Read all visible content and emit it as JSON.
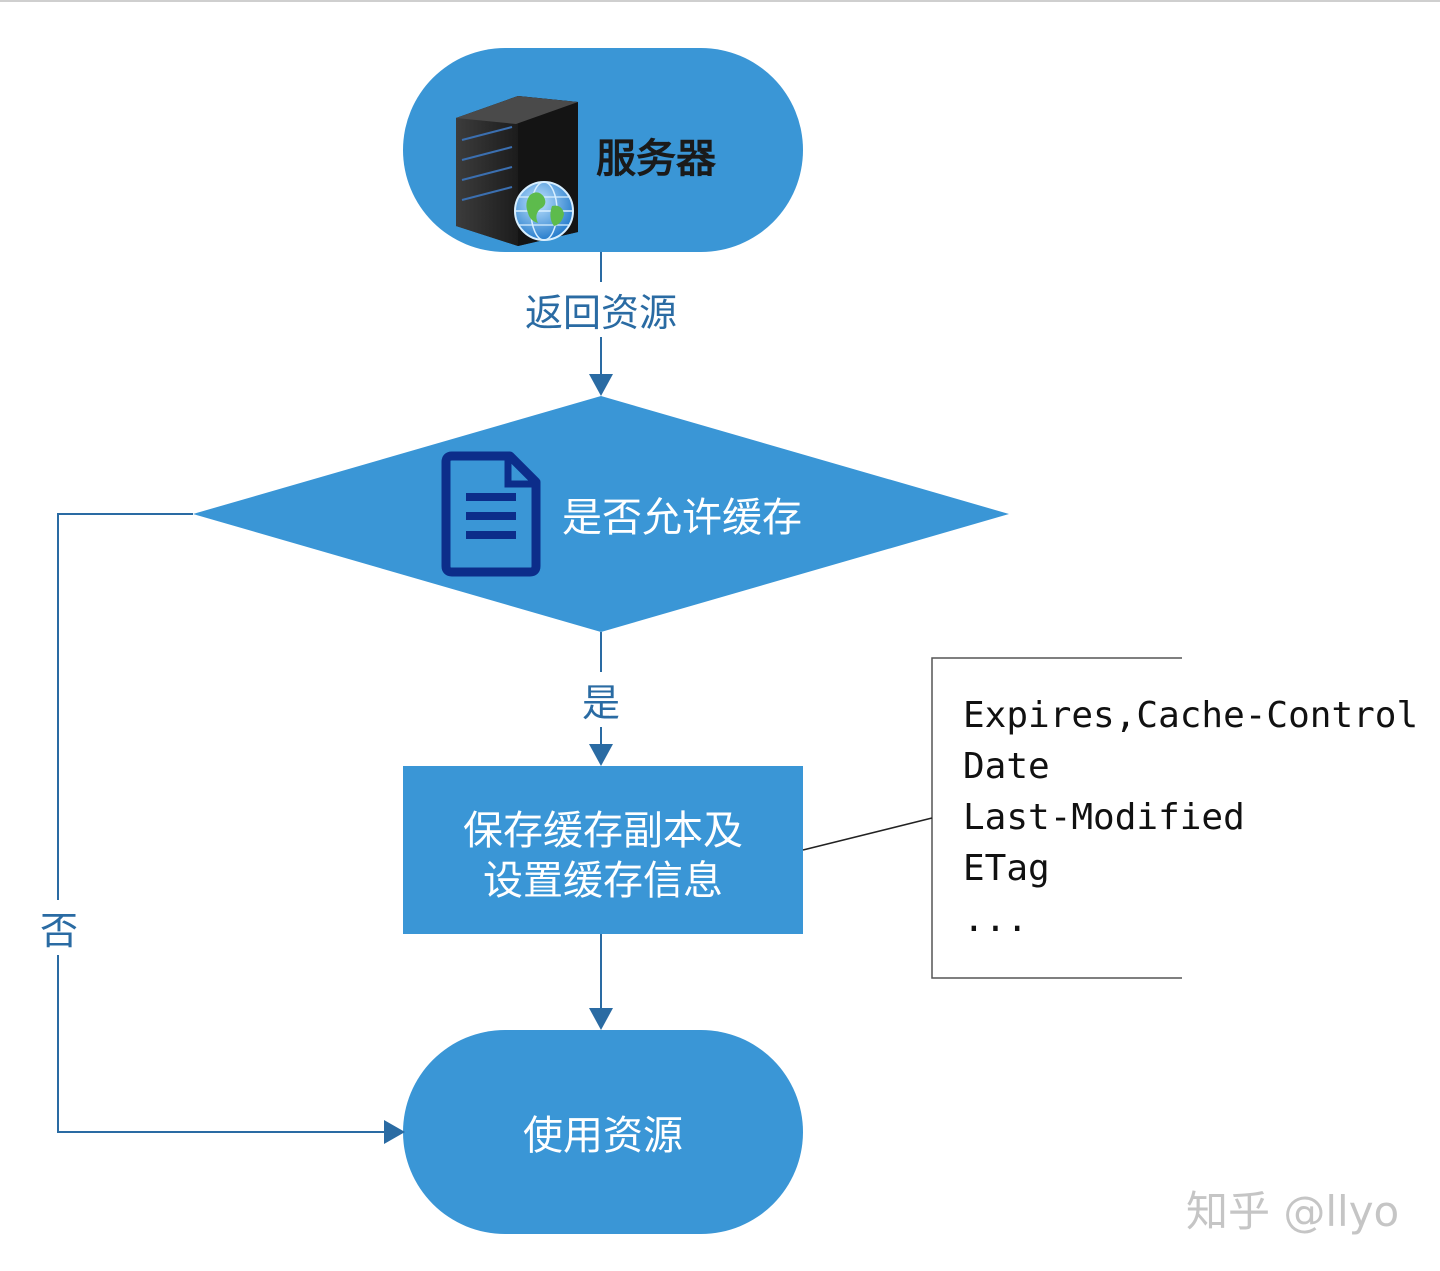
{
  "nodes": {
    "server": {
      "label": "服务器",
      "icon": "server-globe-icon"
    },
    "decision": {
      "label": "是否允许缓存",
      "icon": "document-icon"
    },
    "save_cache": {
      "line1": "保存缓存副本及",
      "line2": "设置缓存信息"
    },
    "use_resource": {
      "label": "使用资源"
    }
  },
  "edges": {
    "return_resource": "返回资源",
    "yes": "是",
    "no": "否"
  },
  "note": {
    "lines": [
      "Expires,Cache-Control",
      "Date",
      "Last-Modified",
      "ETag",
      "..."
    ]
  },
  "watermark": "知乎 @llyo",
  "colors": {
    "node_fill": "#3a96d6",
    "connector": "#2a6ba3",
    "icon_dark": "#0c2d8a"
  }
}
